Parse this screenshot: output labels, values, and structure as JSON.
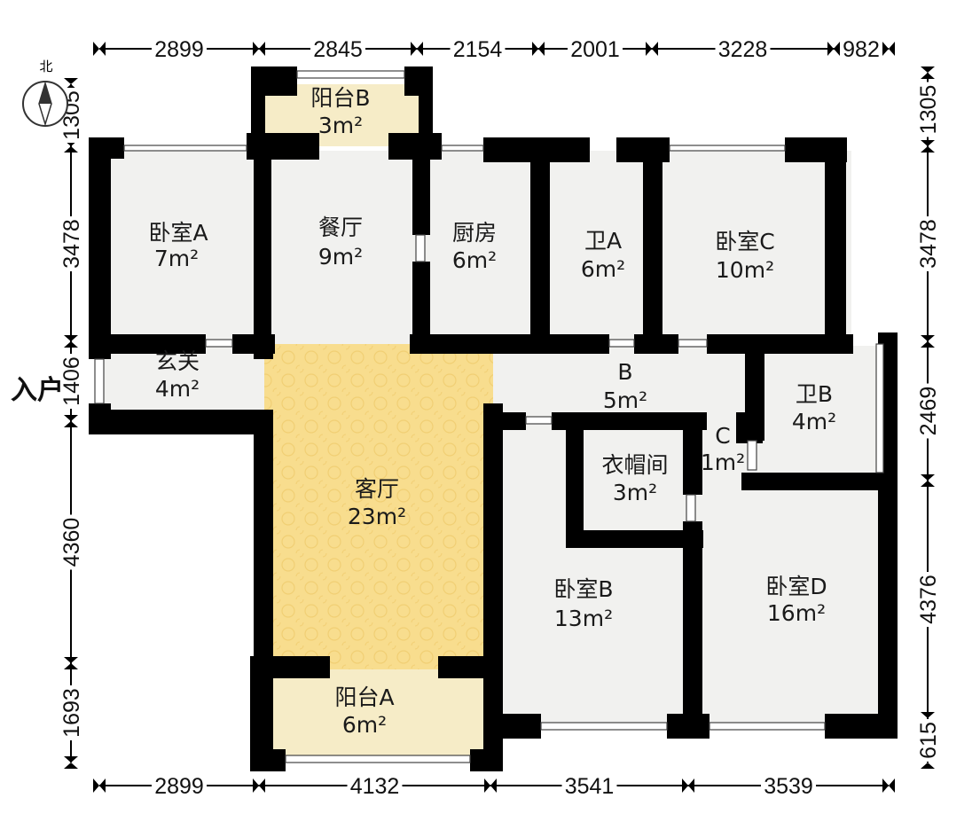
{
  "compass": {
    "label": "北",
    "icon": "north-compass-icon"
  },
  "entrance": {
    "label": "入户",
    "icon": "entrance-arrow-icon"
  },
  "dimensions": {
    "top": [
      "2899",
      "2845",
      "2154",
      "2001",
      "3228",
      "982"
    ],
    "bottom": [
      "2899",
      "4132",
      "3541",
      "3539"
    ],
    "left": [
      "1305",
      "3478",
      "1406",
      "4360",
      "1693"
    ],
    "right": [
      "1305",
      "3478",
      "2469",
      "4376",
      "615"
    ]
  },
  "rooms": {
    "balcony_b": {
      "name": "阳台B",
      "area": "3m²"
    },
    "bedroom_a": {
      "name": "卧室A",
      "area": "7m²"
    },
    "dining": {
      "name": "餐厅",
      "area": "9m²"
    },
    "kitchen": {
      "name": "厨房",
      "area": "6m²"
    },
    "bath_a": {
      "name": "卫A",
      "area": "6m²"
    },
    "bedroom_c": {
      "name": "卧室C",
      "area": "10m²"
    },
    "foyer": {
      "name": "玄关",
      "area": "4m²"
    },
    "hall_b": {
      "name": "B",
      "area": "5m²"
    },
    "bath_b": {
      "name": "卫B",
      "area": "4m²"
    },
    "hall_c": {
      "name": "C",
      "area": "1m²"
    },
    "cloakroom": {
      "name": "衣帽间",
      "area": "3m²"
    },
    "living": {
      "name": "客厅",
      "area": "23m²"
    },
    "bedroom_b": {
      "name": "卧室B",
      "area": "13m²"
    },
    "bedroom_d": {
      "name": "卧室D",
      "area": "16m²"
    },
    "balcony_a": {
      "name": "阳台A",
      "area": "6m²"
    }
  },
  "colors": {
    "wall": "#000000",
    "floor": "#f1f1ef",
    "living_floor": "#f7dc8f",
    "balcony_floor": "#f6ecc7"
  }
}
